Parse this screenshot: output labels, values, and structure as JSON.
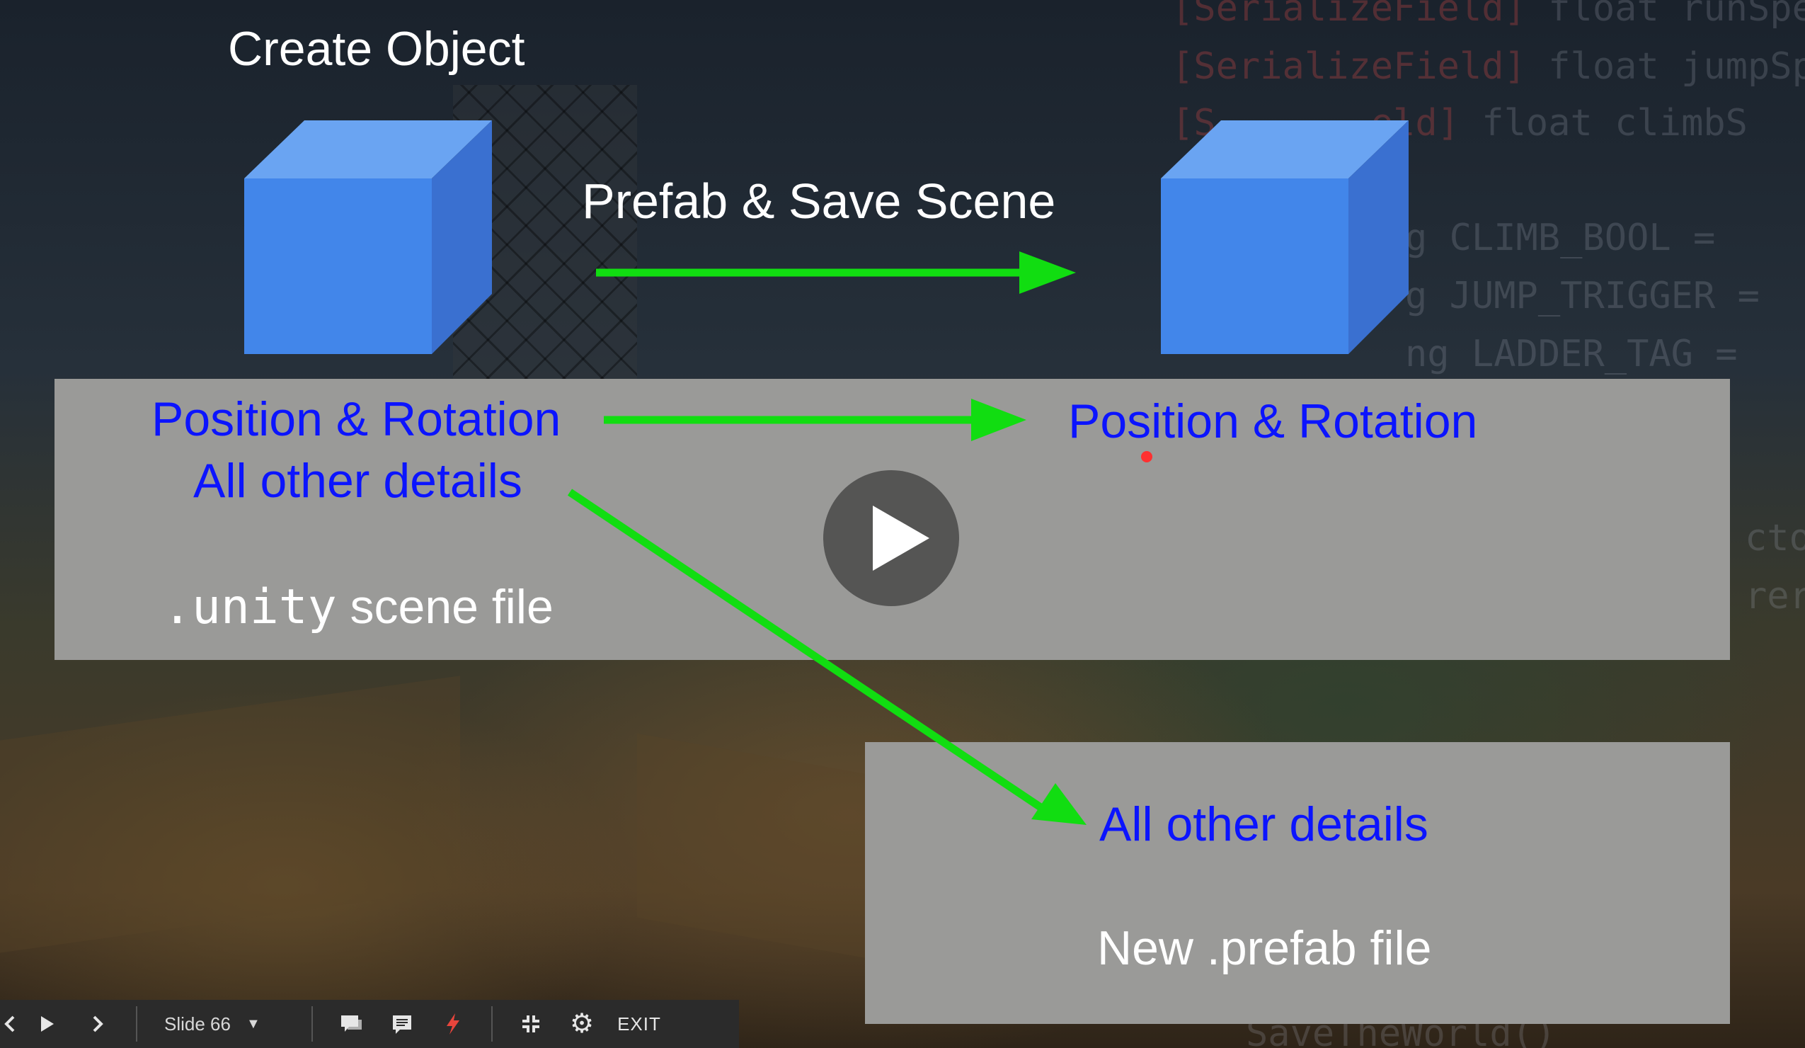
{
  "slide": {
    "title": "Create Object",
    "arrow_label": "Prefab & Save Scene",
    "scene_panel": {
      "line1": "Position & Rotation",
      "line2": "All other details",
      "file_ext": ".unity",
      "file_label": "scene file"
    },
    "right_column": {
      "position_rotation": "Position & Rotation"
    },
    "prefab_panel": {
      "details": "All other details",
      "file_label": "New .prefab file"
    }
  },
  "background_code": {
    "line1_kw": "[SerializeField]",
    "line1_rest": " float runSpe",
    "line2_kw": "[SerializeField]",
    "line2_rest": " float jumpSp",
    "line3_kw": "[S       eld]",
    "line3_rest": " float climbS",
    "line4": "g CLIMB_BOOL =",
    "line5": "g JUMP_TRIGGER =",
    "line6": "ng LADDER_TAG =",
    "line7": "cto",
    "line8": "rer",
    "line9": "SaveTheWorld()"
  },
  "toolbar": {
    "slide_label": "Slide 66",
    "exit_label": "EXIT",
    "icons": [
      "prev-icon",
      "play-icon",
      "next-icon",
      "caret-down-icon",
      "comment-icon",
      "notes-icon",
      "laser-icon",
      "fullscreen-exit-icon",
      "gear-icon"
    ]
  },
  "colors": {
    "cube_front": "#4286ea",
    "cube_top": "#6aa4f2",
    "cube_side": "#3a70d0",
    "arrow_green": "#11dd11",
    "panel_gray": "#9a9a98",
    "text_blue": "#0b14ff"
  }
}
